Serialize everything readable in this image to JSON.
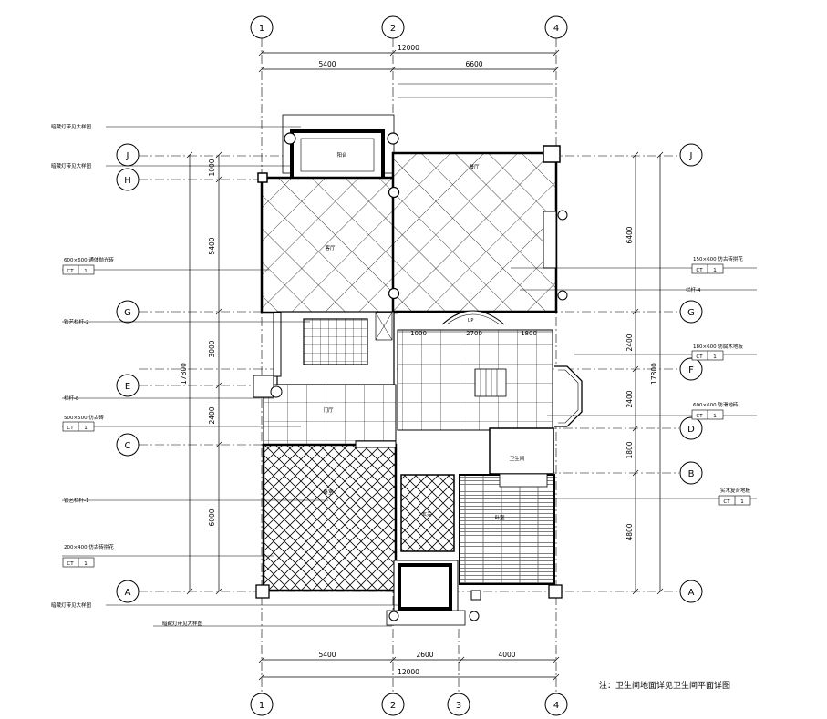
{
  "grid_top": [
    "1",
    "2",
    "4"
  ],
  "grid_bottom": [
    "1",
    "2",
    "3",
    "4"
  ],
  "grid_left": [
    "J",
    "H",
    "G",
    "E",
    "C",
    "A"
  ],
  "grid_right": [
    "J",
    "G",
    "F",
    "D",
    "B",
    "A"
  ],
  "dims": {
    "top_total": "12000",
    "top_a": "5400",
    "top_b": "6600",
    "bottom_total": "12000",
    "bottom_a": "5400",
    "bottom_b": "2600",
    "bottom_c": "4000",
    "left_total": "17800",
    "left_1000": "1000",
    "left_5400": "5400",
    "left_3000": "3000",
    "left_2400": "2400",
    "left_6000": "6000",
    "right_total": "17800",
    "right_6400": "6400",
    "right_2400a": "2400",
    "right_2400b": "2400",
    "right_1800": "1800",
    "right_4800": "4800",
    "inner_1000": "1000",
    "inner_2700": "2700",
    "inner_1800": "1800"
  },
  "callouts": {
    "l1": "暗藏灯带见大样图",
    "l2": "暗藏灯带见大样图",
    "l3": "600×600 通体抛光砖",
    "l3_tag": "CT",
    "l3_num": "1",
    "l4": "铁艺栏杆-2",
    "l5": "栏杆-8",
    "l6": "500×500 仿古砖",
    "l6_tag": "CT",
    "l6_num": "1",
    "l7": "铁艺栏杆-1",
    "l8": "200×400 仿古砖拼花",
    "l8_tag": "CT",
    "l8_num": "1",
    "l9": "暗藏灯带见大样图",
    "l10": "暗藏灯带见大样图",
    "r1": "150×600 仿古砖拼花",
    "r1_tag": "CT",
    "r1_num": "1",
    "r2": "栏杆-4",
    "r3": "180×600 防腐木地板",
    "r3_tag": "CT",
    "r3_num": "1",
    "r4": "600×600 防滑地砖",
    "r4_tag": "CT",
    "r4_num": "1",
    "r5": "实木复合地板",
    "r5_tag": "CT",
    "r5_num": "1"
  },
  "rooms": {
    "r1": "阳台",
    "r2": "餐厅",
    "r3": "客厅",
    "r4": "卫生间",
    "r5": "门厅",
    "r6": "卧室",
    "r7": "玄关",
    "r8": "卧室",
    "r9": "UP"
  },
  "note": "注：卫生间地面详见卫生间平面详图"
}
